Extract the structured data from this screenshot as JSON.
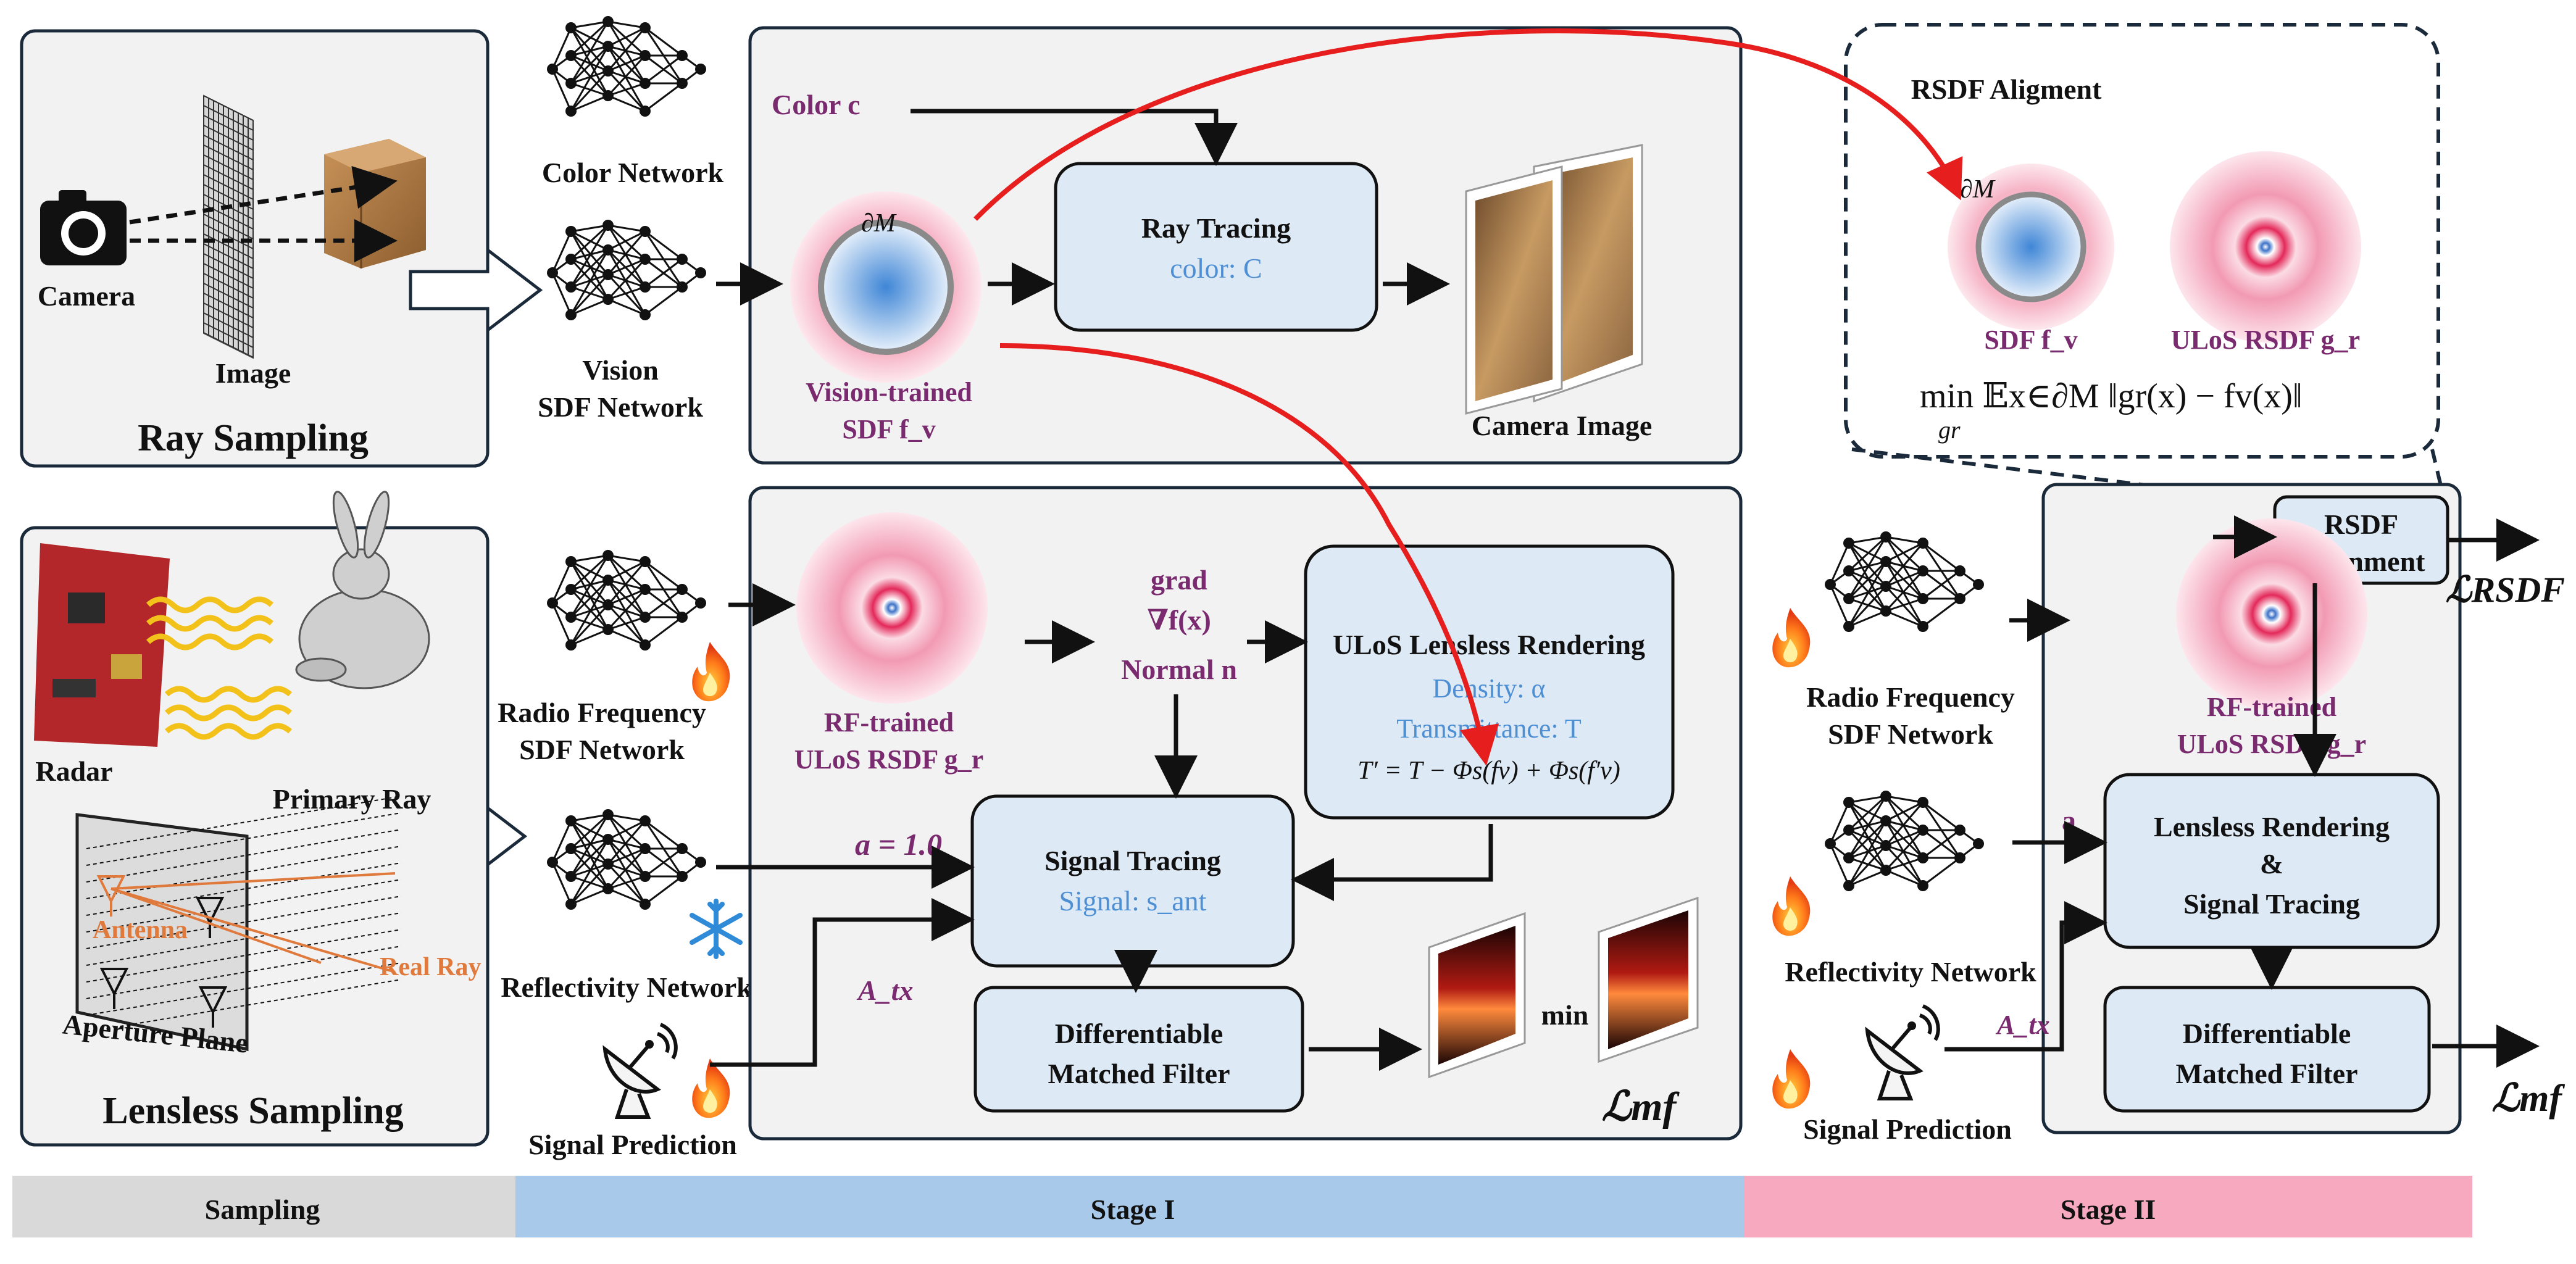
{
  "sampling_panel": {
    "camera_label": "Camera",
    "image_label": "Image",
    "title": "Ray Sampling"
  },
  "lensless_panel": {
    "radar_label": "Radar",
    "primary_ray": "Primary Ray",
    "antenna": "Antenna",
    "real_ray": "Real Ray",
    "aperture_plane": "Aperture Plane",
    "title": "Lensless Sampling"
  },
  "networks": {
    "color": "Color Network",
    "vision_sdf_1": "Vision",
    "vision_sdf_2": "SDF Network",
    "rf_sdf_1": "Radio Frequency",
    "rf_sdf_2": "SDF Network",
    "reflectivity": "Reflectivity Network",
    "signal_prediction": "Signal Prediction"
  },
  "stage1_top": {
    "color_c": "Color c",
    "partial_m": "∂M",
    "vision_trained_1": "Vision-trained",
    "vision_trained_2": "SDF f_v",
    "ray_tracing_title": "Ray Tracing",
    "ray_tracing_sub": "color: C",
    "camera_image": "Camera Image"
  },
  "stage1_bottom": {
    "rf_trained_1": "RF-trained",
    "rf_trained_2": "ULoS RSDF g_r",
    "grad_1": "grad",
    "grad_2": "∇f(x)",
    "grad_3": "Normal n",
    "ulos_title": "ULoS Lensless Rendering",
    "density": "Density: α",
    "transmittance": "Transmittance: T",
    "formula": "T′ = T − Φs(fv) + Φs(f′v)",
    "a_value": "a = 1.0",
    "signal_title": "Signal Tracing",
    "signal_sub": "Signal: s_ant",
    "a_tx": "A_tx",
    "dmf_1": "Differentiable",
    "dmf_2": "Matched Filter",
    "min": "min",
    "loss_mf": "ℒmf"
  },
  "rsdf_box": {
    "title": "RSDF Aligment",
    "partial_m": "∂M",
    "sdf_label": "SDF f_v",
    "ulos_label": "ULoS RSDF g_r",
    "formula": "min  𝔼x∈∂M ‖gr(x) − fv(x)‖",
    "formula_sub": "gr"
  },
  "stage2": {
    "rf_sdf_1": "Radio Frequency",
    "rf_sdf_2": "SDF Network",
    "reflectivity": "Reflectivity Network",
    "signal_prediction": "Signal Prediction",
    "rsdf_align_1": "RSDF",
    "rsdf_align_2": "Alignment",
    "loss_rsdf": "ℒRSDF",
    "rf_trained_1": "RF-trained",
    "rf_trained_2": "ULoS RSDF g_r",
    "a_label": "a",
    "a_tx": "A_tx",
    "lr_1": "Lensless Rendering",
    "lr_2": "&",
    "lr_3": "Signal Tracing",
    "dmf_1": "Differentiable",
    "dmf_2": "Matched Filter",
    "loss_mf": "ℒmf"
  },
  "bottom_bar": {
    "sampling": "Sampling",
    "stage1": "Stage I",
    "stage2": "Stage II",
    "colors": {
      "sampling": "#d9d9d9",
      "stage1": "#a9c9ea",
      "stage2": "#f7a9bf"
    }
  }
}
